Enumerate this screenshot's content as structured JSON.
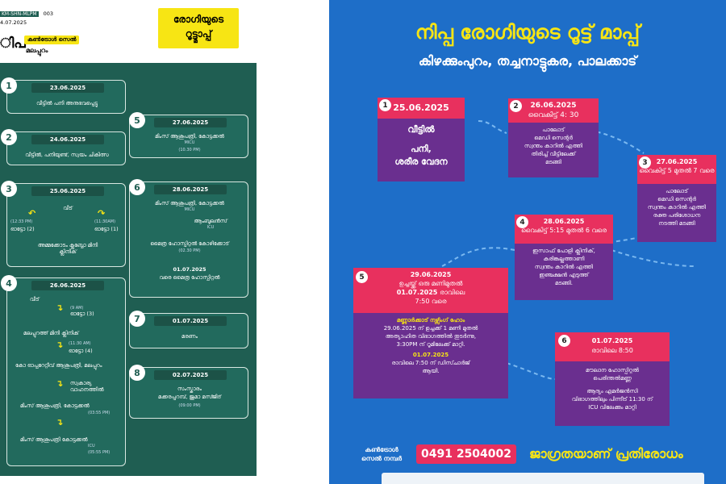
{
  "left": {
    "header": {
      "badge": "KM-SHN-MLPM",
      "code": "003",
      "date": "4.07.2025",
      "district_prefix": "ിപ",
      "control_cell": "കൺട്രോൾ സെൽ",
      "district": "മലപ്പുറം",
      "title_line1": "രോഗിയുടെ",
      "title_line2": "റൂട്ട്മാപ്പ്"
    },
    "cards": [
      {
        "num": "1",
        "date": "23.06.2025",
        "lines": [
          "വീട്ടിൽ പനി അനുഭവപ്പെട്ടു"
        ]
      },
      {
        "num": "2",
        "date": "24.06.2025",
        "lines": [
          "വീട്ടിൽ, പനിയുണ്ട്, സ്വയം ചികിത്സ"
        ]
      },
      {
        "num": "3",
        "date": "25.06.2025",
        "top": "വീട്",
        "left_time": "(12:33 PM)",
        "left_label": "ഓട്ടോ (2)",
        "right_time": "(11:30AM)",
        "right_label": "ഓട്ടോ (1)",
        "bottom": "അമ്മക്കോടം ക്ലബ്ബോ മിനി ക്ലിനിക്"
      },
      {
        "num": "4",
        "date": "26.06.2025",
        "steps": [
          {
            "label": "വീട്",
            "time": "(9 AM)"
          },
          {
            "label": "ഓട്ടോ (3)",
            "time": ""
          },
          {
            "label": "മലപ്പുറത്ത് മിനി ക്ലിനിക്",
            "time": ""
          },
          {
            "label": "ഓട്ടോ (4)",
            "time": "(11:30 AM)"
          },
          {
            "label": "കോ ഓപ്പറേറ്റീവ് ആശുപത്രി, മലപ്പുറം",
            "time": ""
          },
          {
            "label": "സ്വകാര്യ വാഹനത്തിൽ",
            "time": ""
          },
          {
            "label": "മിംസ് ആശുപത്രി, കോട്ടക്കൽ",
            "time": "(03:55 PM)"
          },
          {
            "label": "മിംസ് ആശുപത്രി കോട്ടക്കൽ",
            "time": "ICU"
          },
          {
            "label": "",
            "time": "(05:55 PM)"
          }
        ]
      },
      {
        "num": "5",
        "date": "27.06.2025",
        "lines": [
          "മിംസ് ആശുപത്രി, കോട്ടക്കൽ",
          "MICU",
          "(10.30 PM)"
        ]
      },
      {
        "num": "6",
        "date": "28.06.2025",
        "lines": [
          "മിംസ് ആശുപത്രി, കോട്ടക്കൽ",
          "MICU",
          "ആംബുലൻസ്",
          "ICU",
          "മൈത്ര ഹോസ്പിറ്റൽ കോഴിക്കോട്",
          "(02.30 PM)",
          "01.07.2025",
          "വരെ മൈത്ര ഹോസ്പിറ്റൽ"
        ]
      },
      {
        "num": "7",
        "date": "01.07.2025",
        "lines": [
          "മരണം"
        ]
      },
      {
        "num": "8",
        "date": "02.07.2025",
        "lines": [
          "സംസ്കാരം",
          "മക്കരപ്പറമ്പ്, ജുമാ മസ്ജിദ്",
          "(09:00 PM)"
        ]
      }
    ]
  },
  "right": {
    "title": "നിപ്പ രോഗിയുടെ റൂട്ട് മാപ്പ്",
    "subtitle": "കിഴക്കുംപുറം, തച്ചനാട്ടുകര, പാലക്കാട്",
    "boxes": [
      {
        "num": "1",
        "date": "25.06.2025",
        "lines": [
          "വീട്ടിൽ",
          "പനി,",
          "ശരീര വേദന"
        ]
      },
      {
        "num": "2",
        "date": "26.06.2025",
        "time": "വൈകിട്ട് 4: 30",
        "lines": [
          "പാലോട്",
          "മെഡി സെന്റർ",
          "സ്വന്തം കാറിൽ എത്തി",
          "തിരിച്ച് വീട്ടിലേക്ക്",
          "മടങ്ങി"
        ]
      },
      {
        "num": "3",
        "date": "27.06.2025",
        "time": "വൈകിട്ട് 5 മുതൽ 7 വരെ",
        "lines": [
          "പാലോട്",
          "മെഡി സെന്റർ",
          "സ്വന്തം കാറിൽ എത്തി",
          "രക്ത പരിശോധന",
          "നടത്തി മടങ്ങി"
        ]
      },
      {
        "num": "4",
        "date": "28.06.2025",
        "time": "വൈകിട്ട് 5:15 മുതൽ 6 വരെ",
        "lines": [
          "ഇസാഫ് പോളി ക്ലിനിക്,",
          "കരിങ്കല്ലത്താണി",
          "സ്വന്തം കാറിൽ എത്തി",
          "ഇഞ്ചക്ഷൻ എടുത്ത്",
          "മടങ്ങി."
        ]
      },
      {
        "num": "5",
        "date": "29.06.2025",
        "time": "ഉച്ചയ്ക്ക് ഒരു മണിമുതൽ",
        "date2": "01.07.2025",
        "time2": "രാവിലെ",
        "time3": "7:50 വരെ",
        "place": "മണ്ണാർക്കാട് നഴ്സിംഗ് ഹോം",
        "lines": [
          "29.06.2025 ന് ഉച്ചക്ക് 1 മണി മുതൽ",
          "അത്യാഹിത വിഭാഗത്തിൽ തുടർന്നു,",
          "3:30PM ന് റൂമിലേക്ക് മാറ്റി."
        ],
        "date3": "01.07.2025",
        "lines2": [
          "രാവിലെ 7:50 ന് ഡിസ്ചാർജ്",
          "ആയി."
        ]
      },
      {
        "num": "6",
        "date": "01.07.2025",
        "time": "രാവിലെ 8:50",
        "lines": [
          "മൗലാന ഹോസ്പിറ്റൽ",
          "പെരിന്തൽമണ്ണ",
          "ആദ്യം എമർജൻസി",
          "വിഭാഗത്തിലും പിന്നീട് 11:30 ന്",
          "ICU വിലേക്കും മാറ്റി"
        ]
      }
    ],
    "footer": {
      "label1": "കൺട്രോൾ",
      "label2": "സെൽ നമ്പർ",
      "phone": "0491 2504002",
      "slogan": "ജാഗ്രതയാണ് പ്രതിരോധം"
    }
  }
}
